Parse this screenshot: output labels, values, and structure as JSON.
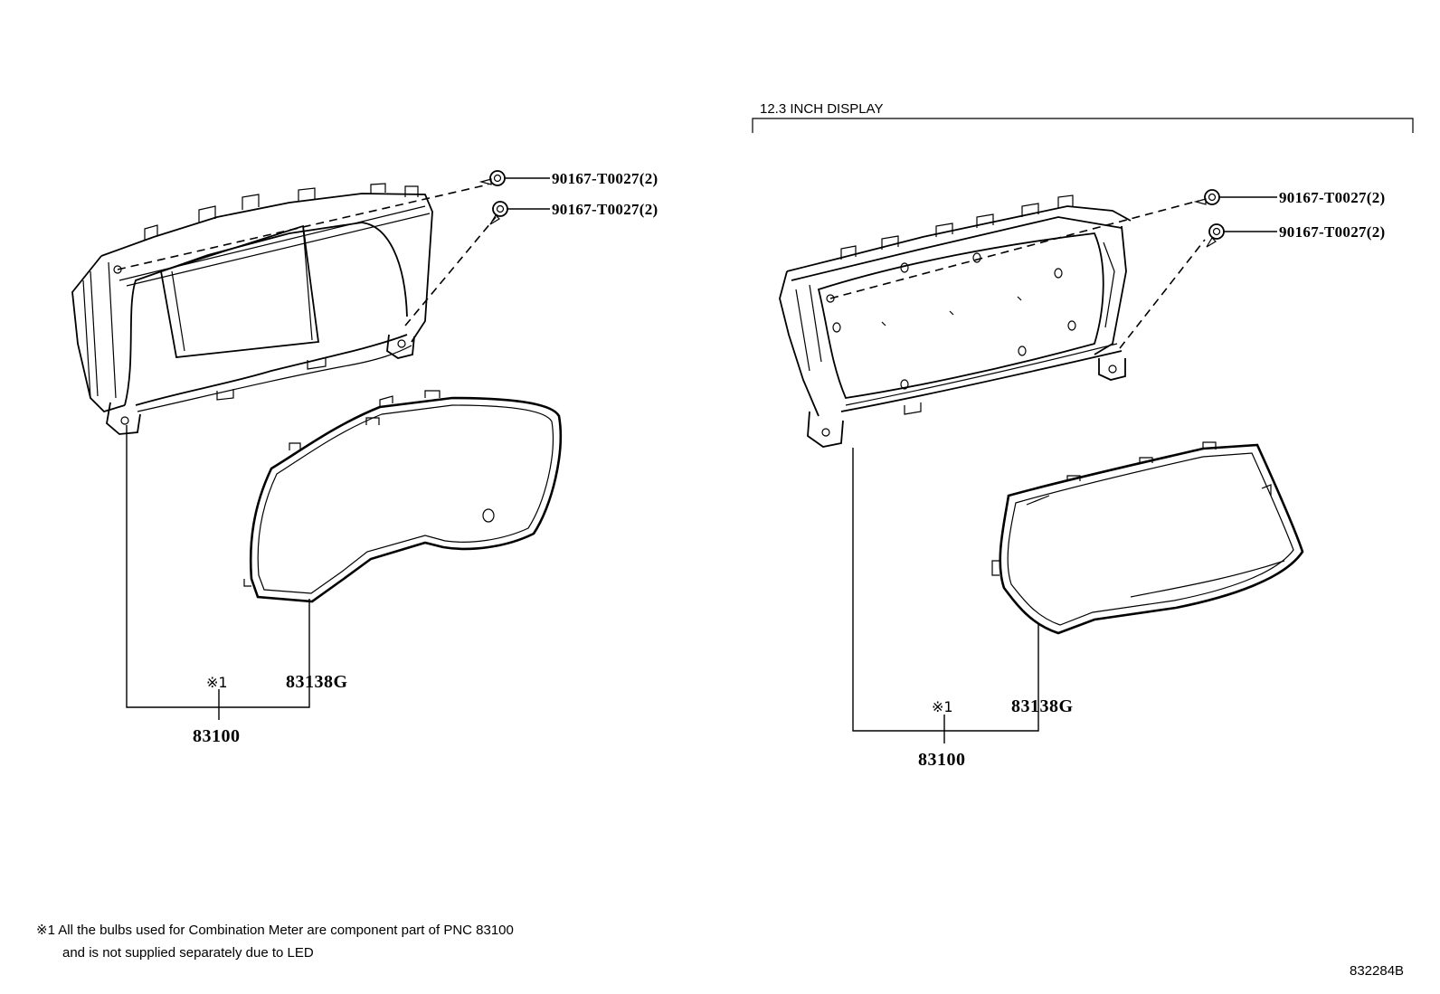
{
  "section": {
    "title": "12.3 INCH DISPLAY"
  },
  "left": {
    "screw_upper": "90167-T0027(2)",
    "screw_lower": "90167-T0027(2)",
    "note_mark": "※1",
    "cover_part": "83138G",
    "meter_part": "83100"
  },
  "right": {
    "screw_upper": "90167-T0027(2)",
    "screw_lower": "90167-T0027(2)",
    "note_mark": "※1",
    "cover_part": "83138G",
    "meter_part": "83100"
  },
  "footnote": {
    "line1": "※1 All the bulbs used for Combination Meter are component part of PNC 83100",
    "line2": "and is not supplied separately due to LED"
  },
  "illustration_code": "832284B"
}
